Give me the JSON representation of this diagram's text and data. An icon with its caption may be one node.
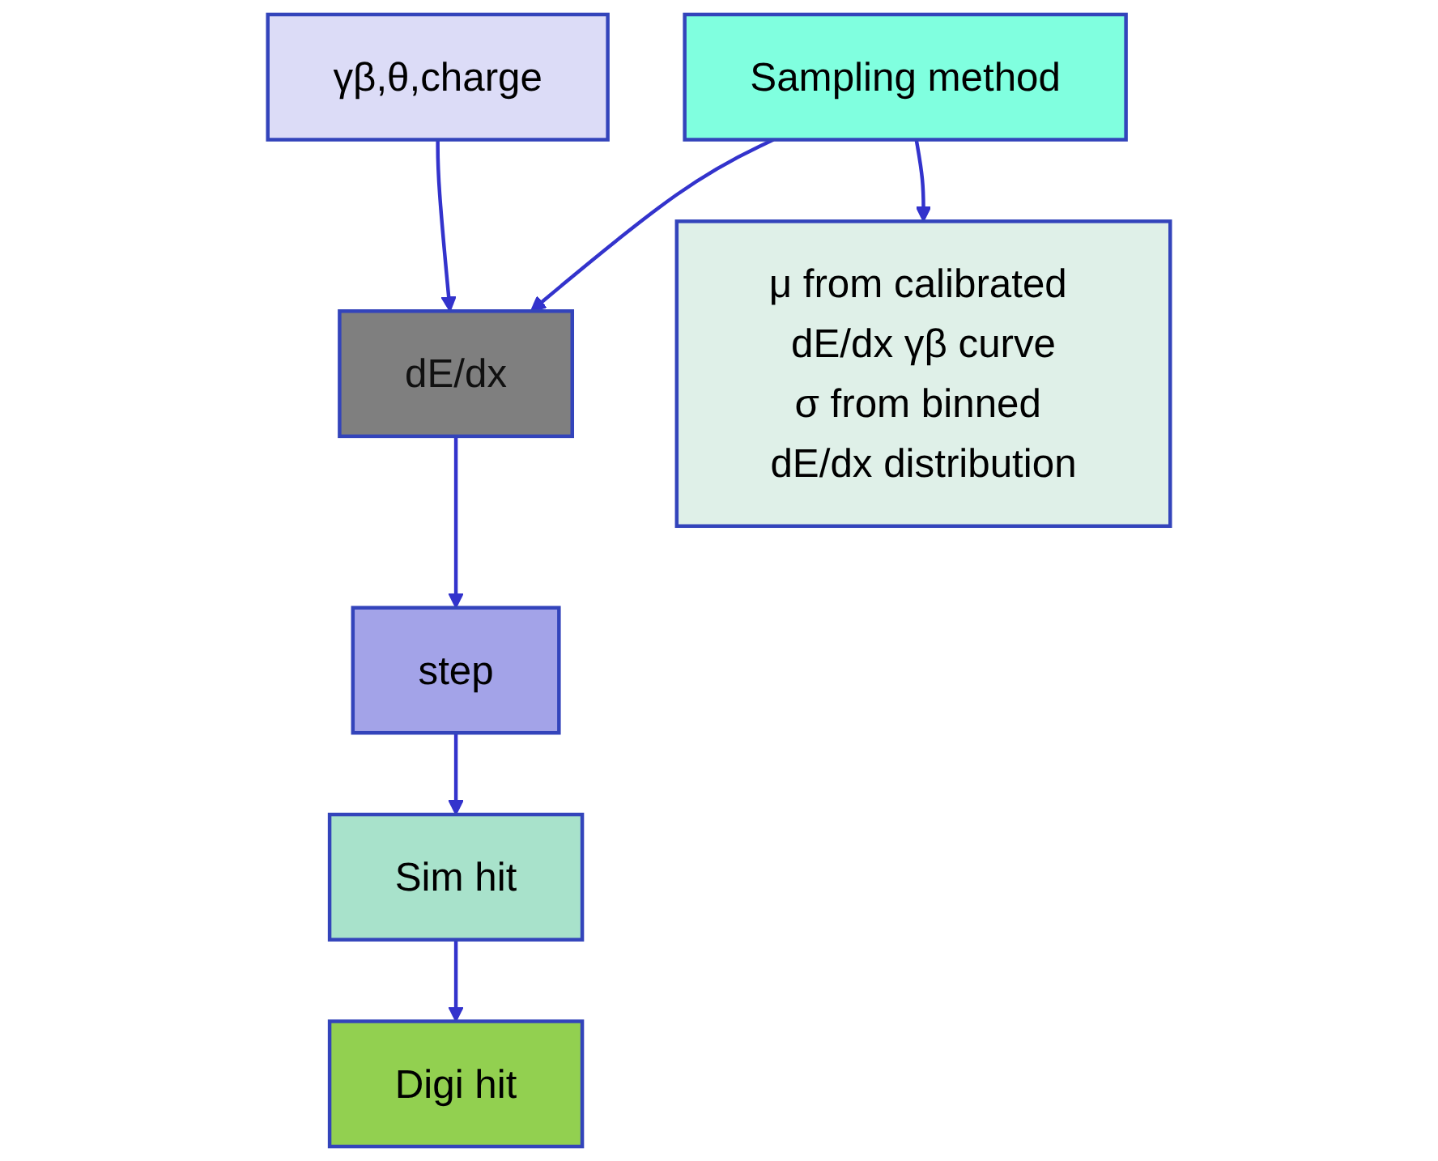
{
  "diagram": {
    "nodes": [
      {
        "text": [
          "γβ,θ,charge"
        ]
      },
      {
        "text": [
          "Sampling method"
        ]
      },
      {
        "text": [
          "dE/dx"
        ]
      },
      {
        "text": [
          "μ from calibrated dE/dx γβ curve",
          "σ from binned dE/dx distribution"
        ]
      },
      {
        "text": [
          "step"
        ]
      },
      {
        "text": [
          "Sim hit"
        ]
      },
      {
        "text": [
          "Digi hit"
        ]
      }
    ],
    "edges": [
      {
        "from": 0,
        "to": 2,
        "arrow": "to"
      },
      {
        "from": 1,
        "to": 2,
        "arrow": "to"
      },
      {
        "from": 1,
        "to": 3,
        "arrow": "to"
      },
      {
        "from": 2,
        "to": 4,
        "arrow": "to"
      },
      {
        "from": 4,
        "to": 5,
        "arrow": "to"
      },
      {
        "from": 5,
        "to": 6,
        "arrow": "to"
      }
    ]
  }
}
